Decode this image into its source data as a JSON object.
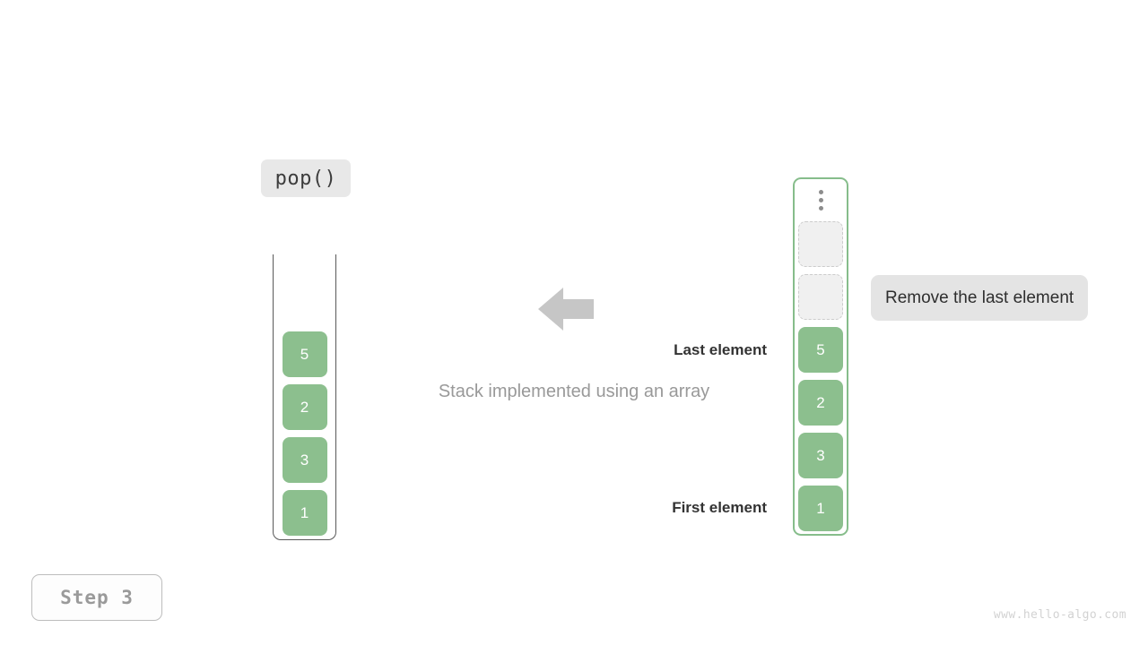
{
  "operation": {
    "label": "pop()"
  },
  "stack": {
    "title": "stack-container",
    "elements": [
      "5",
      "2",
      "3",
      "1"
    ]
  },
  "array": {
    "title": "array-container",
    "ellipsis_icon": "vertical-ellipsis-icon",
    "empty_slots": 2,
    "elements": [
      "5",
      "2",
      "3",
      "1"
    ]
  },
  "arrow": {
    "icon": "arrow-left-icon",
    "color": "#c6c6c6"
  },
  "caption": {
    "text": "Stack implemented using an array"
  },
  "pointers": {
    "last": "Last element",
    "first": "First element"
  },
  "callout": {
    "text": "Remove the last element"
  },
  "step": {
    "label": "Step 3"
  },
  "watermark": {
    "text": "www.hello-algo.com"
  },
  "colors": {
    "element_green": "#8cbf8e",
    "array_border_green": "#86bd8b",
    "placeholder_fill": "#f0f0f0",
    "placeholder_border": "#cccccc",
    "chip_gray": "#e8e8e8",
    "callout_gray": "#e4e4e4",
    "caption_gray": "#999999",
    "background": "#ffffff"
  }
}
